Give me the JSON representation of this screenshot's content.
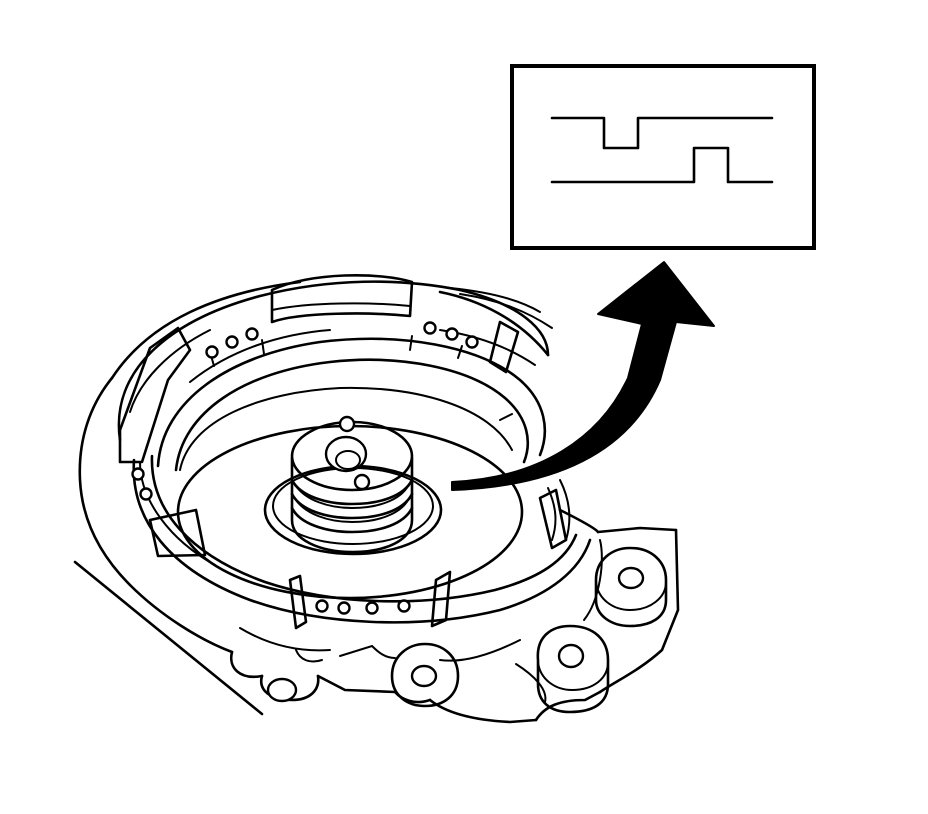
{
  "figure": {
    "kind": "technical-illustration",
    "background": "#ffffff",
    "ink": "#000000",
    "callout": {
      "detail": "seal-ring-step-joint"
    },
    "parts": [
      "transmission-case",
      "clutch-housing",
      "center-hub",
      "seal-rings",
      "arrow"
    ]
  }
}
